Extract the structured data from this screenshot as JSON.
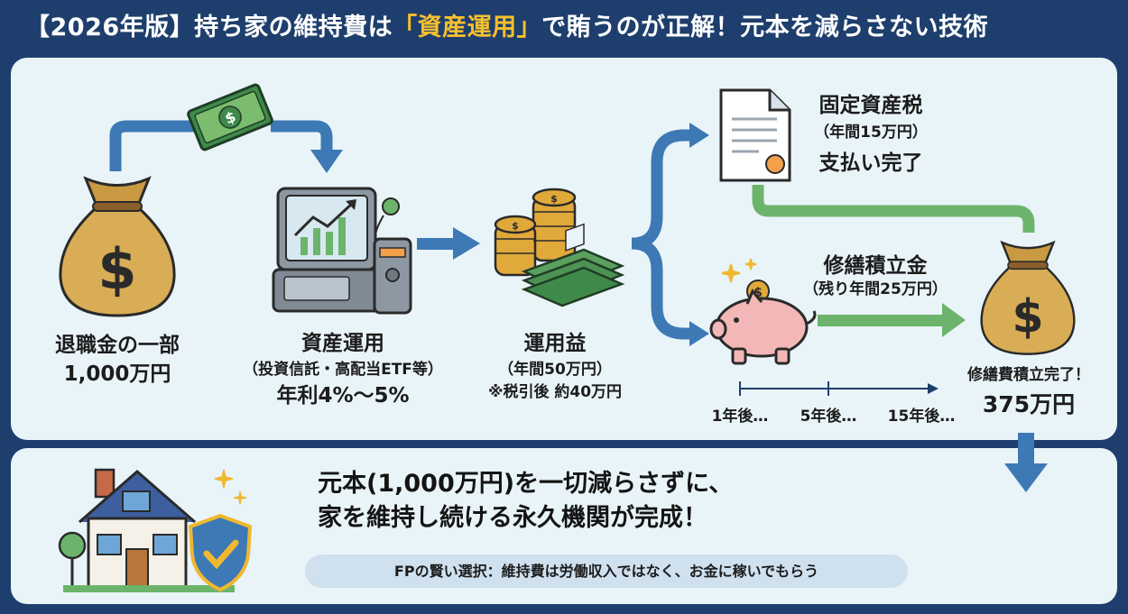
{
  "header": {
    "pre": "【2026年版】持ち家の維持費は",
    "highlight": "「資産運用」",
    "post": "で賄うのが正解！元本を減らさない技術"
  },
  "colors": {
    "header_bg": "#1e3f6d",
    "highlight": "#f7c02c",
    "panel_bg": "#e9f4f9",
    "blue_arrow": "#3d79b5",
    "green_arrow": "#6cb46c"
  },
  "nodes": {
    "retirement": {
      "label": "退職金の一部",
      "amount": "1,000万円"
    },
    "investment": {
      "label": "資産運用",
      "sub": "（投資信託・高配当ETF等）",
      "rate": "年利4%〜5%"
    },
    "profit": {
      "label": "運用益",
      "sub": "（年間50万円）",
      "note": "※税引後 約40万円"
    },
    "tax": {
      "label": "固定資産税",
      "sub": "（年間15万円）",
      "status": "支払い完了"
    },
    "repair": {
      "label": "修繕積立金",
      "sub": "（残り年間25万円）"
    },
    "result": {
      "label": "修繕費積立完了！",
      "amount": "375万円"
    }
  },
  "timeline": [
    "1年後…",
    "5年後…",
    "15年後…"
  ],
  "bottom": {
    "line1": "元本(1,000万円)を一切減らさずに、",
    "line2": "家を維持し続ける永久機関が完成！",
    "pill": "FPの賢い選択：維持費は労働収入ではなく、お金に稼いでもらう"
  },
  "icons": [
    "money-bag-icon",
    "banknote-icon",
    "computer-chart-icon",
    "coin-stack-icon",
    "document-icon",
    "piggy-bank-icon",
    "house-icon",
    "shield-check-icon",
    "sparkle-icon"
  ]
}
